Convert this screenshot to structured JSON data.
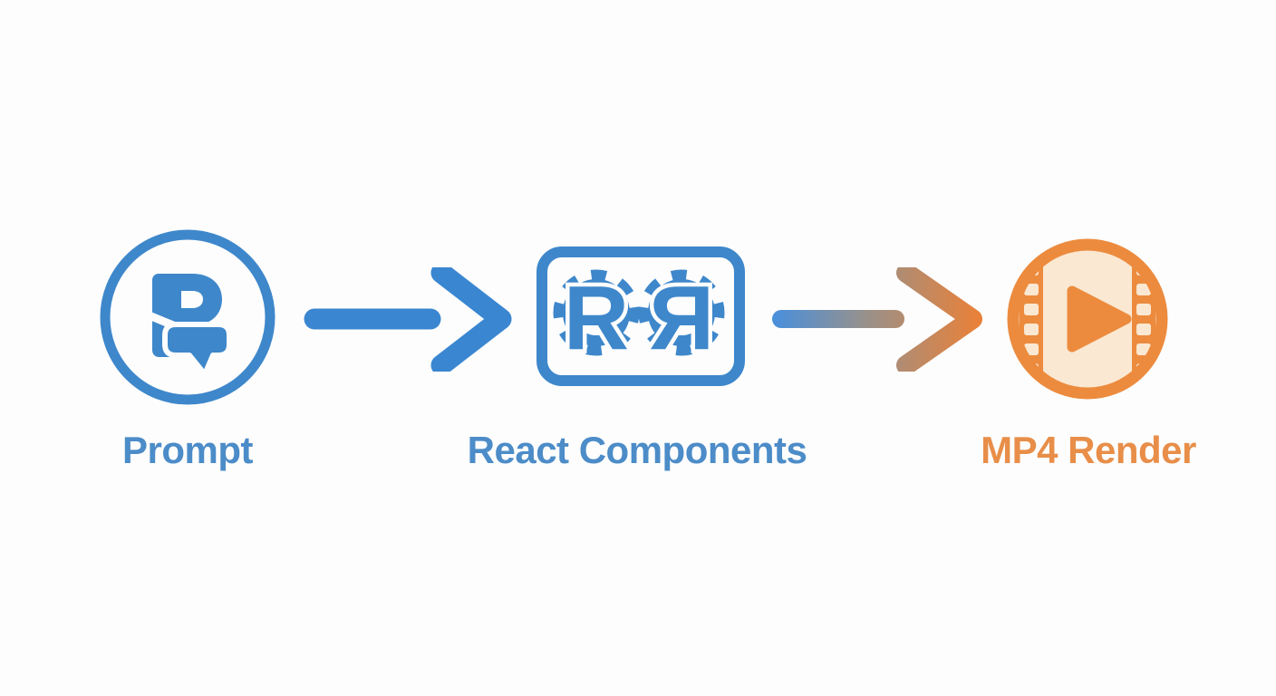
{
  "diagram": {
    "type": "pipeline-flow",
    "steps": [
      {
        "label": "Prompt",
        "icon": "prompt-chat-bubble-icon",
        "accent": "#3E87CB"
      },
      {
        "label": "React Components",
        "icon": "gears-rr-icon",
        "accent": "#3E87CB"
      },
      {
        "label": "MP4 Render",
        "icon": "film-play-icon",
        "accent": "#EC8B3E"
      }
    ],
    "connectors": [
      {
        "from": "Prompt",
        "to": "React Components",
        "style": "solid-blue-arrow"
      },
      {
        "from": "React Components",
        "to": "MP4 Render",
        "style": "gradient-blue-to-orange-arrow"
      }
    ],
    "gear_letter": "R"
  },
  "colors": {
    "iconBlue": "#3E87CB",
    "arrowBlue": "#3A86D1",
    "textBlue": "#4C8CC8",
    "iconOrange": "#EC8B3E",
    "textOrange": "#E88E49",
    "cream": "#FAE8D2",
    "gradStart": "#4A90DB",
    "gradMid": "#98918B",
    "gradEnd": "#E8813A"
  }
}
